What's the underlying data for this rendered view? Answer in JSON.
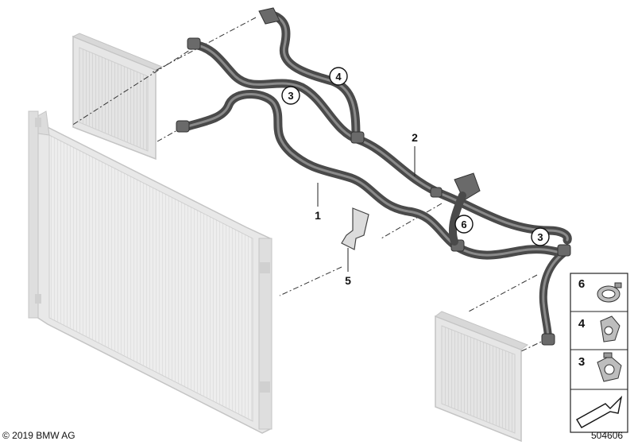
{
  "callouts": {
    "c4": "4",
    "c3_upper": "3",
    "c6": "6",
    "c3_right": "3"
  },
  "part_labels": {
    "p1": "1",
    "p2": "2",
    "p5": "5"
  },
  "legend": {
    "items": [
      {
        "number": "6",
        "icon": "hose-clamp-6-icon"
      },
      {
        "number": "4",
        "icon": "hose-clip-4-icon"
      },
      {
        "number": "3",
        "icon": "hose-clip-3-icon"
      }
    ]
  },
  "footer": {
    "copyright": "© 2019 BMW AG",
    "doc_number": "504606"
  },
  "colors": {
    "hose": "#4a4a4a",
    "hose_highlight": "#8a8a8a",
    "radiator_faded": "#cfcfcf",
    "line": "#222222"
  }
}
